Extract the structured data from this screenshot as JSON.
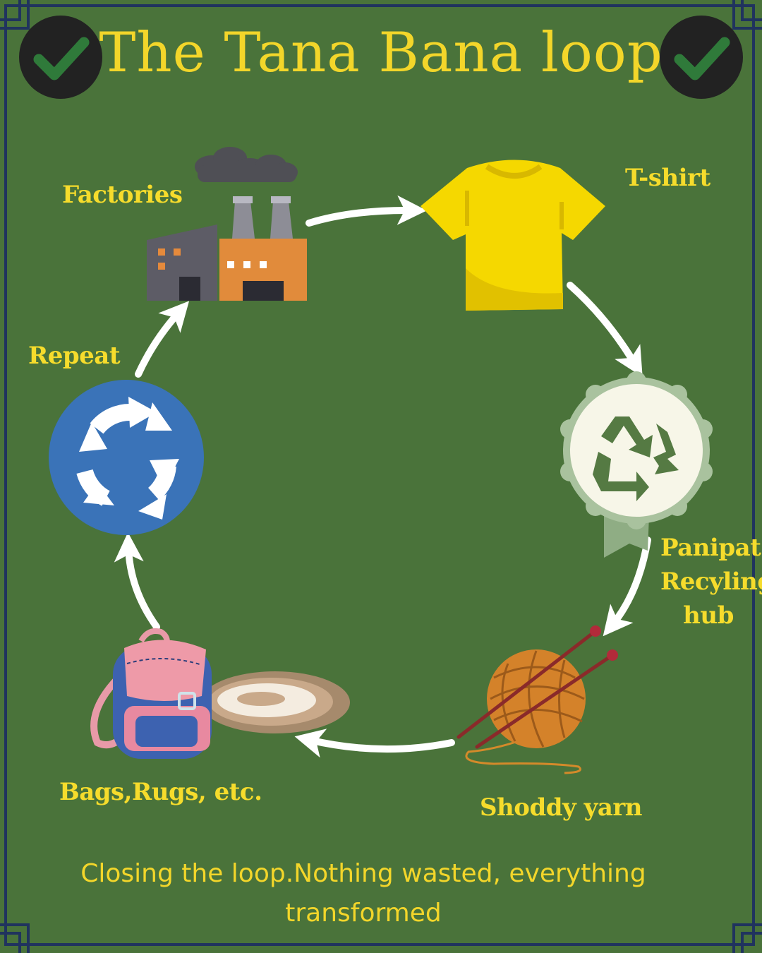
{
  "title": "The Tana Bana loop",
  "colors": {
    "background": "#4a733a",
    "text_yellow": "#f6dc2c",
    "border_navy": "#20335e",
    "badge_dark": "#222222",
    "check_green": "#2f7a3a",
    "tshirt_yellow": "#f5d800",
    "recycle_green": "#557a43",
    "repeat_blue": "#3a73b8",
    "arrow_white": "#ffffff"
  },
  "nodes": {
    "factories": {
      "label": "Factories",
      "icon": "factory-icon"
    },
    "tshirt": {
      "label": "T-shirt",
      "icon": "tshirt-icon"
    },
    "hub": {
      "label_lines": [
        "Panipat",
        "Recyling",
        "hub"
      ],
      "icon": "recycle-badge-icon"
    },
    "yarn": {
      "label": "Shoddy yarn",
      "icon": "yarn-ball-icon"
    },
    "bags": {
      "label": "Bags,Rugs, etc.",
      "icon": "backpack-rug-icon"
    },
    "repeat": {
      "label": "Repeat",
      "icon": "repeat-cycle-icon"
    }
  },
  "badges": [
    "check-icon",
    "check-icon"
  ],
  "footer": "Closing the loop.Nothing wasted, everything transformed"
}
